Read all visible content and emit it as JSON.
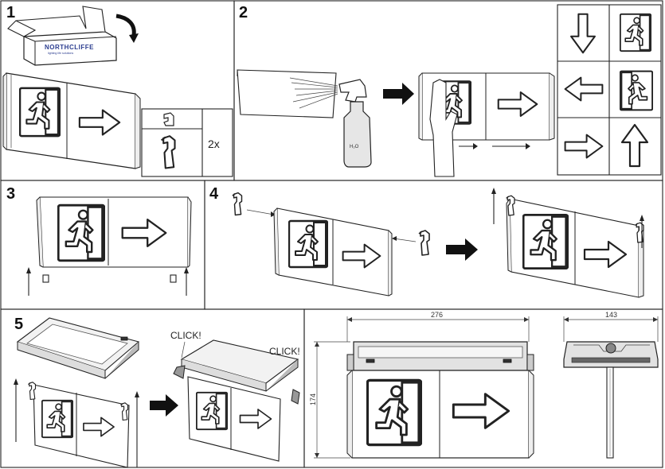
{
  "steps": {
    "s1": "1",
    "s2": "2",
    "s3": "3",
    "s4": "4",
    "s5": "5"
  },
  "box": {
    "brand": "NORTHCLIFFE",
    "tagline": "lighting life solutions"
  },
  "quantity": "2x",
  "bottle_label": "H₂O",
  "click_labels": [
    "CLICK!",
    "CLICK!"
  ],
  "dimensions": {
    "width": "276",
    "height": "174",
    "depth": "143"
  }
}
